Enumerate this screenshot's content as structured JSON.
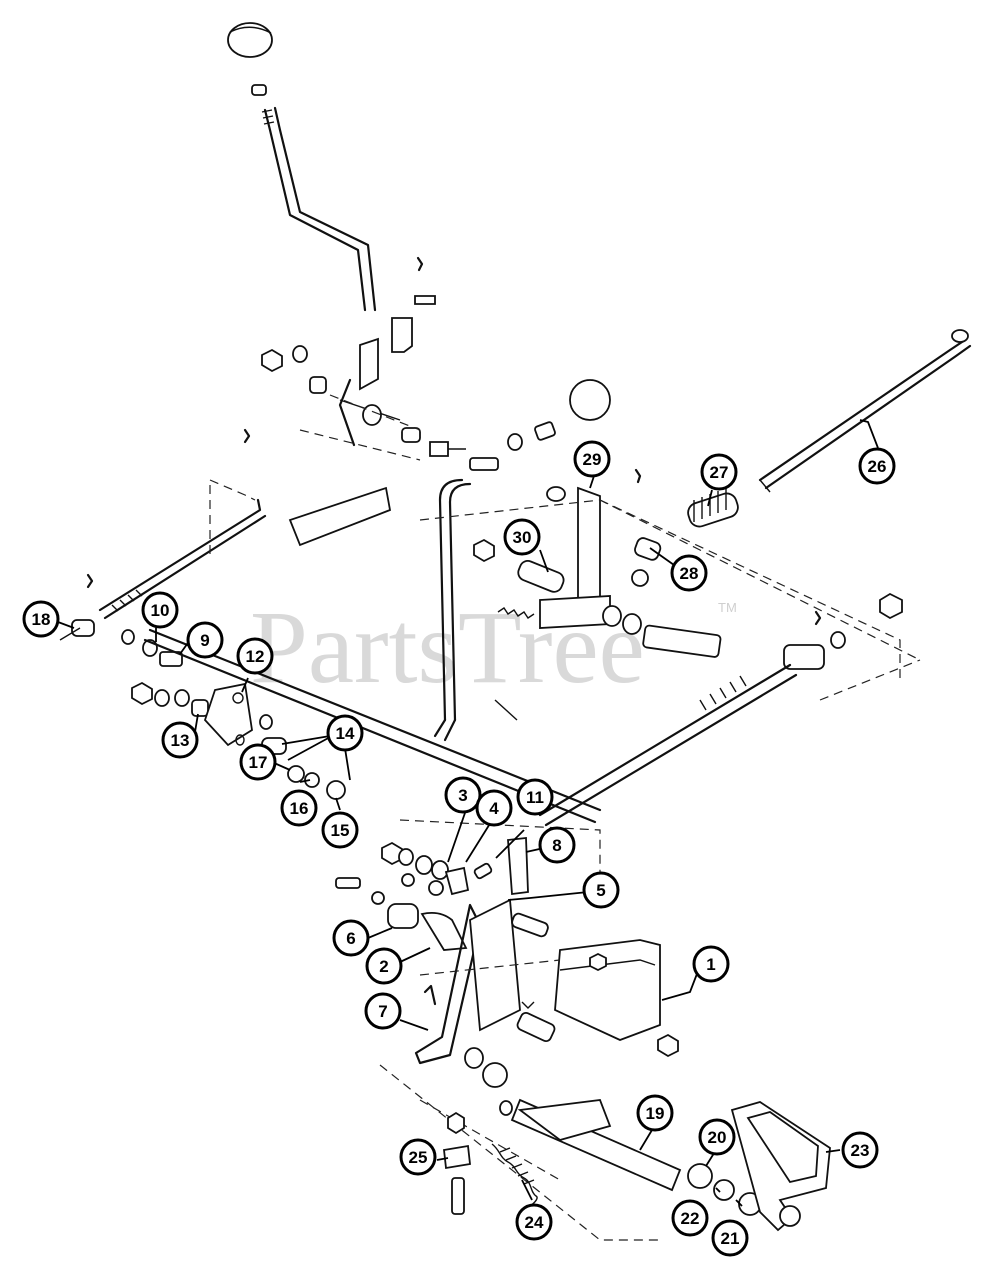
{
  "watermark": {
    "text": "PartsTree",
    "trademark": "TM"
  },
  "callouts": [
    {
      "id": "1",
      "label": "1"
    },
    {
      "id": "2",
      "label": "2"
    },
    {
      "id": "3",
      "label": "3"
    },
    {
      "id": "4",
      "label": "4"
    },
    {
      "id": "5",
      "label": "5"
    },
    {
      "id": "6",
      "label": "6"
    },
    {
      "id": "7",
      "label": "7"
    },
    {
      "id": "8",
      "label": "8"
    },
    {
      "id": "9",
      "label": "9"
    },
    {
      "id": "10",
      "label": "10"
    },
    {
      "id": "11",
      "label": "11"
    },
    {
      "id": "12",
      "label": "12"
    },
    {
      "id": "13",
      "label": "13"
    },
    {
      "id": "14",
      "label": "14"
    },
    {
      "id": "15",
      "label": "15"
    },
    {
      "id": "16",
      "label": "16"
    },
    {
      "id": "17",
      "label": "17"
    },
    {
      "id": "18",
      "label": "18"
    },
    {
      "id": "19",
      "label": "19"
    },
    {
      "id": "20",
      "label": "20"
    },
    {
      "id": "21",
      "label": "21"
    },
    {
      "id": "22",
      "label": "22"
    },
    {
      "id": "23",
      "label": "23"
    },
    {
      "id": "24",
      "label": "24"
    },
    {
      "id": "25",
      "label": "25"
    },
    {
      "id": "26",
      "label": "26"
    },
    {
      "id": "27",
      "label": "27"
    },
    {
      "id": "28",
      "label": "28"
    },
    {
      "id": "29",
      "label": "29"
    },
    {
      "id": "30",
      "label": "30"
    }
  ]
}
